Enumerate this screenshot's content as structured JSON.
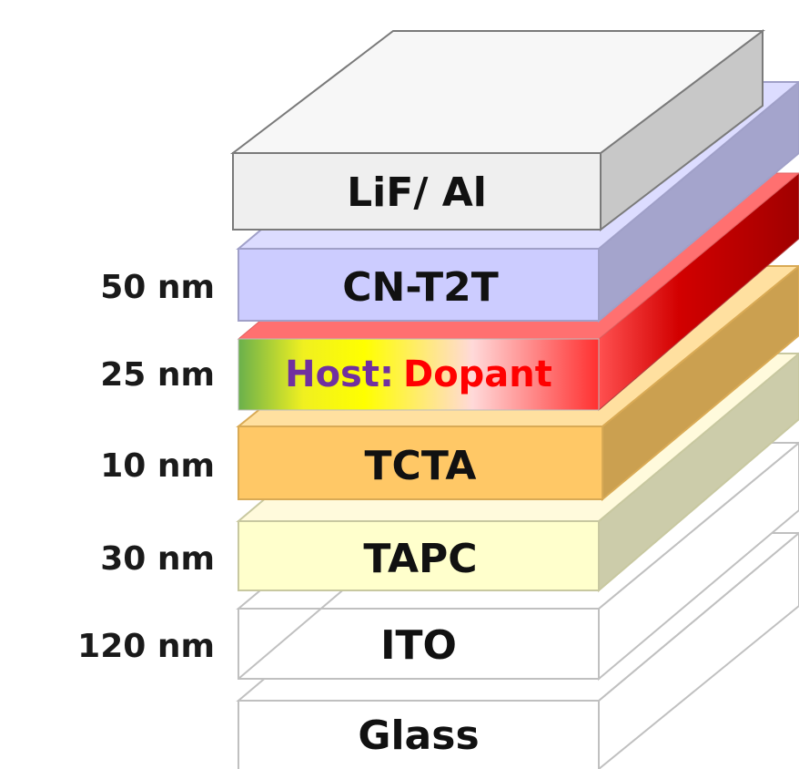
{
  "layers": [
    {
      "id": "lif-al",
      "label": "LiF/ Al",
      "thickness": "",
      "colors": {
        "front": "#efefef",
        "top": "#f7f7f7",
        "side": "#c8c8c8",
        "stroke": "#7a7a7a"
      }
    },
    {
      "id": "cn-t2t",
      "label": "CN-T2T",
      "thickness": "50 nm",
      "colors": {
        "front": "#ccccff",
        "top": "#dcdcff",
        "side": "#a4a4cc",
        "stroke": "#a0a0c8"
      }
    },
    {
      "id": "emissive",
      "label_host": "Host:",
      "label_dopant": "Dopant",
      "thickness": "25 nm",
      "colors": {
        "host_text": "#7030a0",
        "dopant_text": "#ff0000",
        "side_dark": "#a00000",
        "side_mid": "#d20000",
        "side_light": "#ff5050",
        "top": "#ff8080"
      }
    },
    {
      "id": "tcta",
      "label": "TCTA",
      "thickness": "10 nm",
      "colors": {
        "front": "#ffc866",
        "top": "#ffe0a0",
        "side": "#cba050",
        "stroke": "#d9aa55"
      }
    },
    {
      "id": "tapc",
      "label": "TAPC",
      "thickness": "30 nm",
      "colors": {
        "front": "#ffffcc",
        "top": "#fffadc",
        "side": "#ccccaa",
        "stroke": "#c8c8a0"
      }
    },
    {
      "id": "ito",
      "label": "ITO",
      "thickness": "120 nm",
      "colors": {
        "front": "#ffffff",
        "top": "#ffffff",
        "side": "#ffffff",
        "stroke": "#c0c0c0"
      }
    },
    {
      "id": "glass",
      "label": "Glass",
      "thickness": "",
      "colors": {
        "front": "#ffffff",
        "top": "#ffffff",
        "side": "#ffffff",
        "stroke": "#c0c0c0"
      }
    }
  ],
  "emissive_gradient": [
    "#6ab04c",
    "#f0f020",
    "#ffff00",
    "#ffd9d9",
    "#ff3030"
  ]
}
